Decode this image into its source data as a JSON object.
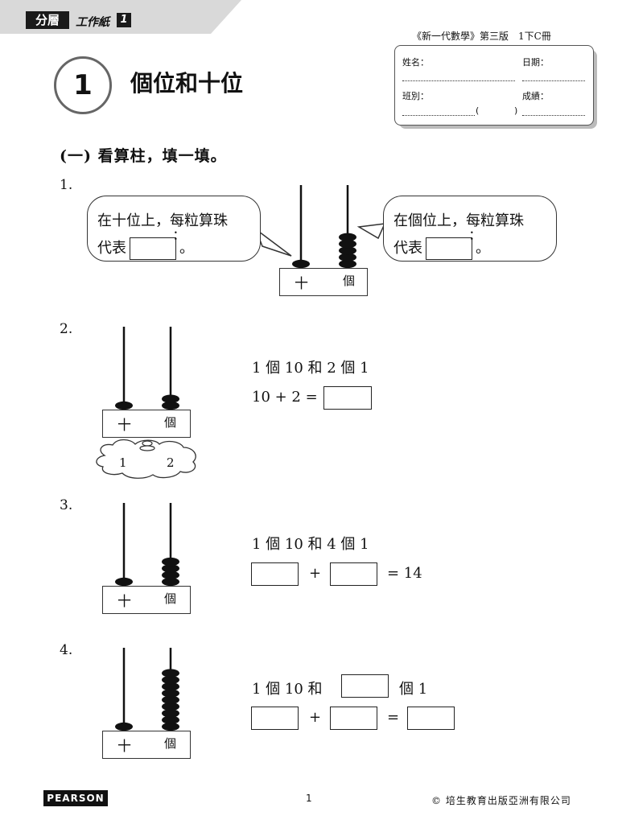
{
  "header": {
    "badge": "分層",
    "worksheet_label": "工作紙",
    "worksheet_number": "1",
    "book": "《新一代數學》第三版　1下C冊"
  },
  "lesson": {
    "number": "1",
    "title": "個位和十位"
  },
  "info_box": {
    "name_label": "姓名：",
    "date_label": "日期：",
    "class_label": "班別：",
    "score_label": "成績：",
    "class_paren_open": "(",
    "class_paren_close": ")"
  },
  "section": {
    "title": "(一) 看算柱，填一填。"
  },
  "q1": {
    "number": "1.",
    "left_bubble": {
      "line1_a": "在十位上，",
      "line1_emph": "每粒",
      "line1_b": "算珠",
      "line2_a": "代表",
      "line2_b": "。"
    },
    "right_bubble": {
      "line1_a": "在個位上，",
      "line1_emph": "每粒",
      "line1_b": "算珠",
      "line2_a": "代表",
      "line2_b": "。"
    },
    "tens_label": "十",
    "ones_label": "個",
    "tens_beads": 1,
    "ones_beads": 5
  },
  "q2": {
    "number": "2.",
    "tens_label": "十",
    "ones_label": "個",
    "tens_beads": 1,
    "ones_beads": 2,
    "cloud_left": "1",
    "cloud_right": "2",
    "line1": "1 個 10 和 2 個 1",
    "line2": "10 + 2 ="
  },
  "q3": {
    "number": "3.",
    "tens_label": "十",
    "ones_label": "個",
    "tens_beads": 1,
    "ones_beads": 4,
    "line1": "1 個 10 和 4 個 1",
    "plus": "+",
    "equals": "= 14"
  },
  "q4": {
    "number": "4.",
    "tens_label": "十",
    "ones_label": "個",
    "tens_beads": 1,
    "ones_beads": 9,
    "line1_a": "1 個 10 和",
    "line1_b": "個 1",
    "plus": "+",
    "equals": "="
  },
  "footer": {
    "publisher_logo": "PEARSON",
    "page": "1",
    "copyright": "© 培生教育出版亞洲有限公司"
  }
}
